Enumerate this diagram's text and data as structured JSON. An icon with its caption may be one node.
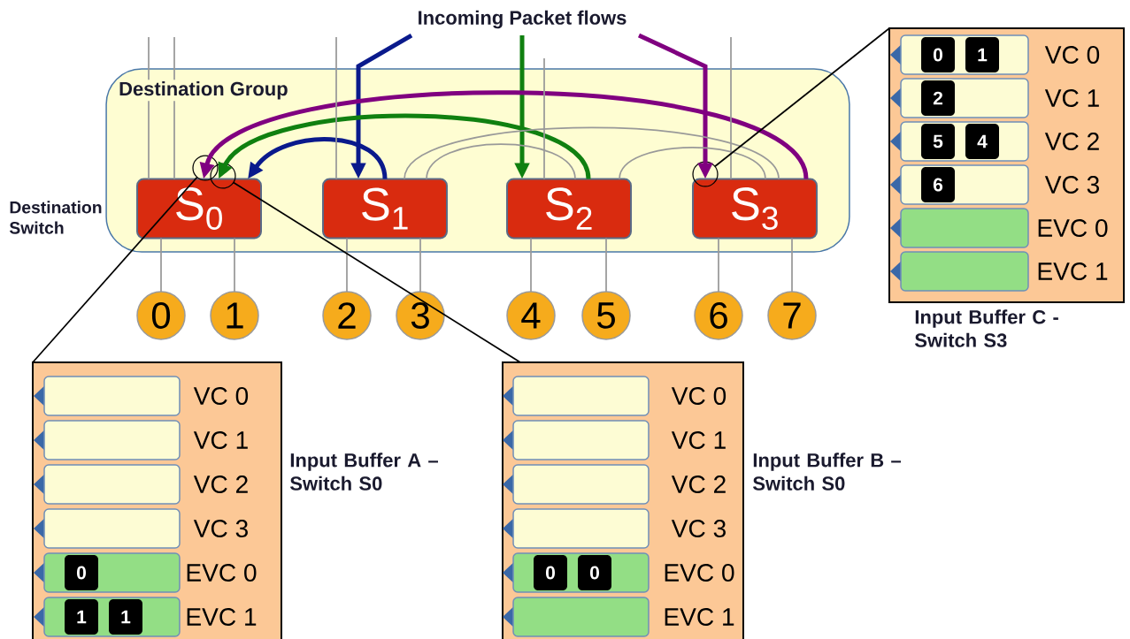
{
  "diagram": {
    "nodes": [
      {
        "text": [
          "Destination Group"
        ]
      },
      {
        "text": [
          "S$_{0}$"
        ],
        "in": 0
      },
      {
        "text": [
          "S$_{1}$"
        ],
        "in": 0
      },
      {
        "text": [
          "S$_{2}$"
        ],
        "in": 0
      },
      {
        "text": [
          "S$_{3}$"
        ],
        "in": 0
      },
      {
        "text": [
          "0"
        ]
      },
      {
        "text": [
          "1"
        ]
      },
      {
        "text": [
          "2"
        ]
      },
      {
        "text": [
          "3"
        ]
      },
      {
        "text": [
          "4"
        ]
      },
      {
        "text": [
          "5"
        ]
      },
      {
        "text": [
          "6"
        ]
      },
      {
        "text": [
          "7"
        ]
      },
      {
        "text": [
          "Incoming Packet flows"
        ]
      },
      {
        "text": [],
        "shape": "circle",
        "in": 0
      },
      {
        "text": [],
        "shape": "circle",
        "in": 0
      },
      {
        "text": [],
        "shape": "circle",
        "in": 0
      },
      {
        "text": [
          "Input Buffer A – Switch S0"
        ]
      },
      {
        "text": [],
        "shape": "box",
        "beside": [
          "VC 0"
        ],
        "in": 17
      },
      {
        "text": [],
        "shape": "box",
        "beside": [
          "VC 1"
        ],
        "in": 17
      },
      {
        "text": [],
        "shape": "box",
        "beside": [
          "VC 2"
        ],
        "in": 17
      },
      {
        "text": [],
        "shape": "box",
        "beside": [
          "VC 3"
        ],
        "in": 17
      },
      {
        "text": [],
        "shape": "box",
        "beside": [
          "EVC 0"
        ],
        "in": 17
      },
      {
        "text": [],
        "shape": "box",
        "beside": [
          "EVC 1"
        ],
        "in": 17
      },
      {
        "text": [
          "0"
        ],
        "in": 22
      },
      {
        "text": [
          "1"
        ],
        "in": 23
      },
      {
        "text": [
          "1"
        ],
        "in": 23
      },
      {
        "text": [
          "Input Buffer B – Switch  S0"
        ]
      },
      {
        "text": [],
        "shape": "box",
        "beside": [
          "VC 0"
        ],
        "in": 27
      },
      {
        "text": [],
        "shape": "box",
        "beside": [
          "VC 1"
        ],
        "in": 27
      },
      {
        "text": [],
        "shape": "box",
        "beside": [
          "VC 2"
        ],
        "in": 27
      },
      {
        "text": [],
        "shape": "box",
        "beside": [
          "VC 3"
        ],
        "in": 27
      },
      {
        "text": [],
        "shape": "box",
        "beside": [
          "EVC 0"
        ],
        "in": 27
      },
      {
        "text": [],
        "shape": "box",
        "beside": [
          "EVC 1"
        ],
        "in": 27
      },
      {
        "text": [
          "0"
        ],
        "in": 32
      },
      {
        "text": [
          "0"
        ],
        "in": 32
      },
      {
        "text": [
          "Input Buffer C - Switch S3"
        ]
      },
      {
        "text": [],
        "shape": "box",
        "beside": [
          "VC 0"
        ],
        "in": 36
      },
      {
        "text": [],
        "shape": "box",
        "beside": [
          "VC 1"
        ],
        "in": 36
      },
      {
        "text": [],
        "shape": "box",
        "beside": [
          "VC 2"
        ],
        "in": 36
      },
      {
        "text": [],
        "shape": "box",
        "beside": [
          "VC 3"
        ],
        "in": 36
      },
      {
        "text": [],
        "shape": "box",
        "beside": [
          "EVC 0"
        ],
        "in": 36
      },
      {
        "text": [],
        "shape": "box",
        "beside": [
          "EVC 1"
        ],
        "in": 36
      },
      {
        "text": [
          "0"
        ],
        "in": 37
      },
      {
        "text": [
          "1"
        ],
        "in": 37
      },
      {
        "text": [
          "2"
        ],
        "in": 38
      },
      {
        "text": [
          "5"
        ],
        "in": 39
      },
      {
        "text": [
          "4"
        ],
        "in": 39
      },
      {
        "text": [
          "6"
        ],
        "in": 40
      }
    ],
    "edges": [
      {
        "from": 13,
        "to": 2,
        "arrow": "to",
        "style": "thick",
        "color": "#0a1a8c"
      },
      {
        "from": 13,
        "to": 3,
        "arrow": "to",
        "style": "thick",
        "color": "#108010"
      },
      {
        "from": 13,
        "to": 4,
        "arrow": "to",
        "style": "thick",
        "color": "#800080"
      },
      {
        "from": 2,
        "to": 1,
        "arrow": "to",
        "style": "thick",
        "color": "#0a1a8c"
      },
      {
        "from": 3,
        "to": 1,
        "arrow": "to",
        "style": "thick",
        "color": "#108010"
      },
      {
        "from": 4,
        "to": 1,
        "arrow": "to",
        "style": "thick",
        "color": "#800080"
      },
      {
        "from": 1,
        "to": null,
        "arrow": "none"
      },
      {
        "from": 1,
        "to": null,
        "arrow": "none"
      },
      {
        "from": 2,
        "to": null,
        "arrow": "none"
      },
      {
        "from": 3,
        "to": null,
        "arrow": "none"
      },
      {
        "from": 4,
        "to": null,
        "arrow": "none"
      },
      {
        "from": 2,
        "to": 4,
        "arrow": "none"
      },
      {
        "from": 2,
        "to": 3,
        "arrow": "none"
      },
      {
        "from": 3,
        "to": 4,
        "arrow": "none"
      },
      {
        "from": 1,
        "to": 5,
        "arrow": "none"
      },
      {
        "from": 1,
        "to": 6,
        "arrow": "none"
      },
      {
        "from": 2,
        "to": 7,
        "arrow": "none"
      },
      {
        "from": 2,
        "to": 8,
        "arrow": "none"
      },
      {
        "from": 3,
        "to": 9,
        "arrow": "none"
      },
      {
        "from": 3,
        "to": 10,
        "arrow": "none"
      },
      {
        "from": 4,
        "to": 11,
        "arrow": "none"
      },
      {
        "from": 4,
        "to": 12,
        "arrow": "none"
      },
      {
        "from": 14,
        "to": 17,
        "arrow": "none",
        "color": "#000000"
      },
      {
        "from": 15,
        "to": 27,
        "arrow": "none",
        "color": "#000000"
      },
      {
        "from": 16,
        "to": 36,
        "arrow": "none",
        "color": "#000000"
      }
    ],
    "labels": [
      "Destination Switch"
    ]
  }
}
